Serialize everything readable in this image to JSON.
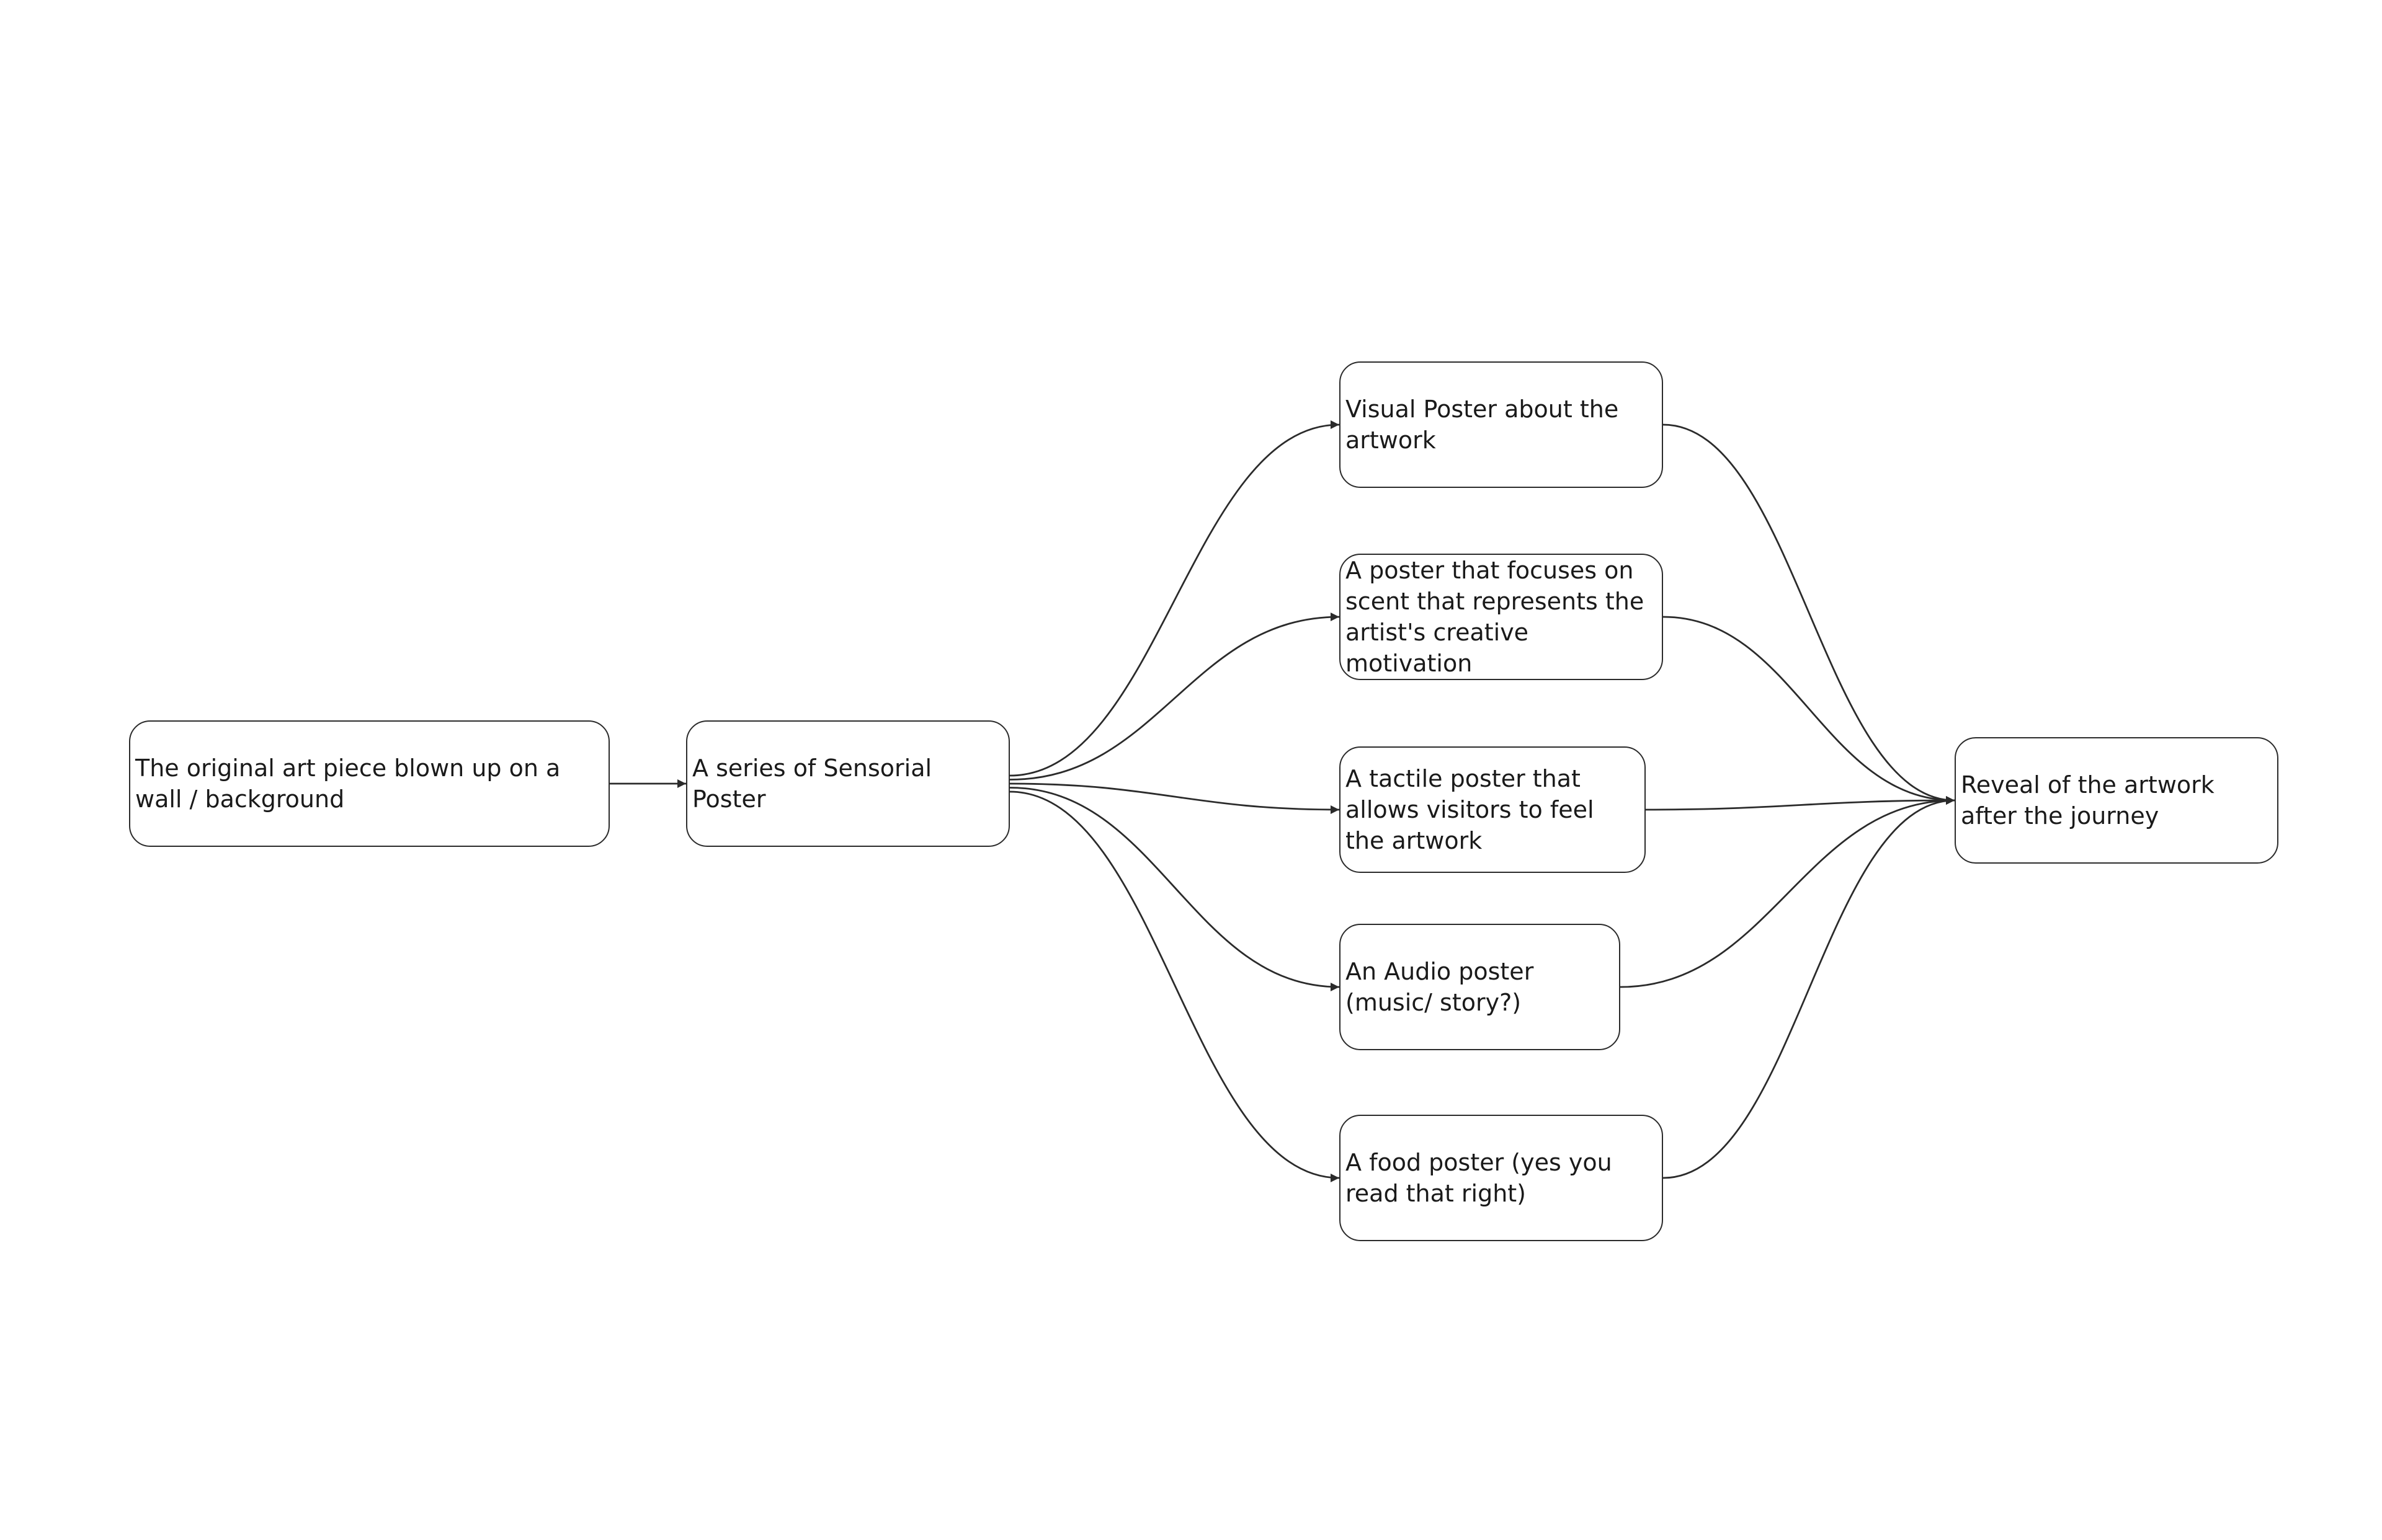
{
  "diagram": {
    "type": "flowchart",
    "colors": {
      "background": "#ffffff",
      "node_border": "#2b2b2b",
      "edge": "#2b2b2b",
      "text": "#1a1a1a"
    },
    "nodes": {
      "original": {
        "label": "The original art piece blown up on a wall / background"
      },
      "series": {
        "label": "A series of Sensorial Poster"
      },
      "visual": {
        "label": "Visual Poster about the artwork"
      },
      "scent": {
        "label": "A poster that focuses on scent that represents the artist's creative motivation"
      },
      "tactile": {
        "label": "A tactile poster that allows visitors to feel the artwork"
      },
      "audio": {
        "label": "An Audio poster (music/ story?)"
      },
      "food": {
        "label": "A food poster (yes you read that right)"
      },
      "reveal": {
        "label": "Reveal of the artwork after the journey"
      }
    },
    "edges": [
      {
        "from": "original",
        "to": "series"
      },
      {
        "from": "series",
        "to": "visual"
      },
      {
        "from": "series",
        "to": "scent"
      },
      {
        "from": "series",
        "to": "tactile"
      },
      {
        "from": "series",
        "to": "audio"
      },
      {
        "from": "series",
        "to": "food"
      },
      {
        "from": "visual",
        "to": "reveal"
      },
      {
        "from": "scent",
        "to": "reveal"
      },
      {
        "from": "tactile",
        "to": "reveal"
      },
      {
        "from": "audio",
        "to": "reveal"
      },
      {
        "from": "food",
        "to": "reveal"
      }
    ]
  }
}
